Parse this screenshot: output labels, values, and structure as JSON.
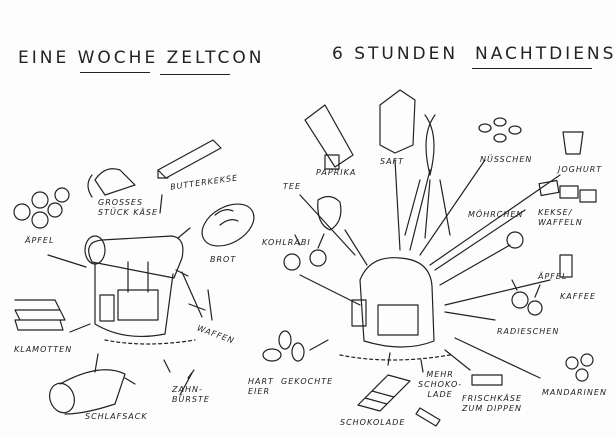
{
  "left_panel": {
    "title": "EINE WOCHE ZELTCON",
    "items": [
      {
        "label": "GROSSES",
        "label2": "STÜCK KÄSE",
        "icon": "cheese-icon"
      },
      {
        "label": "BUTTERKEKSE",
        "icon": "biscuits-icon"
      },
      {
        "label": "ÄPFEL",
        "icon": "apples-icon"
      },
      {
        "label": "BROT",
        "icon": "bread-icon"
      },
      {
        "label": "KLAMOTTEN",
        "icon": "clothes-icon"
      },
      {
        "label": "WAFFEN",
        "icon": "knives-icon"
      },
      {
        "label": "ZAHN-",
        "label2": "BÜRSTE",
        "icon": "toothbrush-icon"
      },
      {
        "label": "SCHLAFSACK",
        "icon": "sleeping-bag-icon"
      }
    ]
  },
  "right_panel": {
    "title_part1": "6 STUNDEN",
    "title_part2": "NACHTDIENST",
    "items": [
      {
        "label": "TEE",
        "icon": "thermos-icon"
      },
      {
        "label": "PAPRIKA",
        "icon": "pepper-icon"
      },
      {
        "label": "SAFT",
        "icon": "juice-carton-icon"
      },
      {
        "label": "NÜSSCHEN",
        "icon": "nuts-icon"
      },
      {
        "label": "JOGHURT",
        "icon": "yogurt-icon"
      },
      {
        "label": "MÖHRCHEN",
        "icon": "carrots-icon"
      },
      {
        "label": "KEKSE/",
        "label2": "WAFFELN",
        "icon": "cookies-icon"
      },
      {
        "label": "KOHLRABI",
        "icon": "kohlrabi-icon"
      },
      {
        "label": "ÄPFEL",
        "icon": "apple-icon"
      },
      {
        "label": "KAFFEE",
        "icon": "coffee-can-icon"
      },
      {
        "label": "RADIESCHEN",
        "icon": "radish-icon"
      },
      {
        "label": "HART",
        "label2": "GEKOCHTE",
        "label3": "EIER",
        "icon": "eggs-icon"
      },
      {
        "label": "MEHR",
        "label2": "SCHOKO-",
        "label3": "LADE",
        "icon": "chocolate-bar-icon"
      },
      {
        "label": "FRISCHKÄSE",
        "label2": "ZUM DIPPEN",
        "icon": "cream-cheese-icon"
      },
      {
        "label": "SCHOKOLADE",
        "icon": "chocolate-icon"
      },
      {
        "label": "MANDARINEN",
        "icon": "mandarins-icon"
      }
    ]
  }
}
